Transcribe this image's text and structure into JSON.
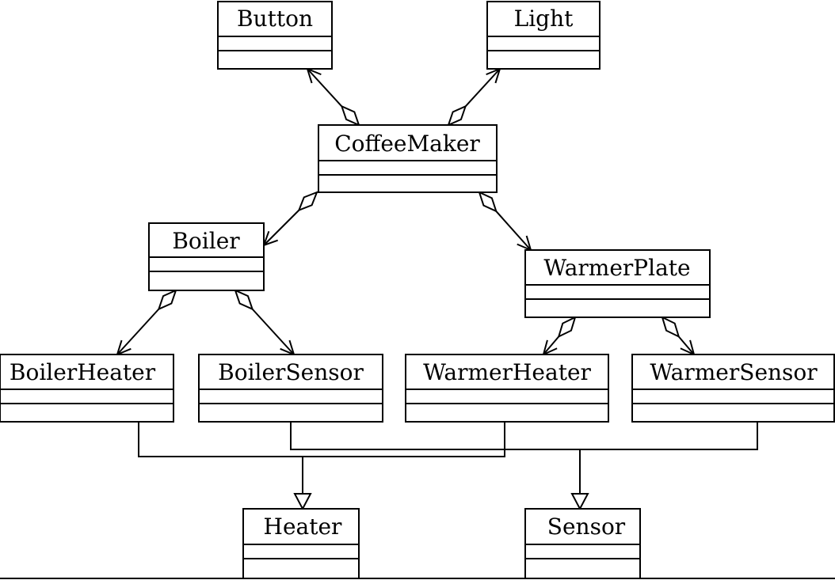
{
  "diagram": {
    "classes": {
      "button": "Button",
      "light": "Light",
      "coffeemaker": "CoffeeMaker",
      "boiler": "Boiler",
      "warmerplate": "WarmerPlate",
      "boilerheater": "BoilerHeater",
      "boilersensor": "BoilerSensor",
      "warmerheater": "WarmerHeater",
      "warmersensor": "WarmerSensor",
      "heater": "Heater",
      "sensor": "Sensor"
    },
    "aggregations": [
      {
        "whole": "coffeemaker",
        "part": "button"
      },
      {
        "whole": "coffeemaker",
        "part": "light"
      },
      {
        "whole": "coffeemaker",
        "part": "boiler"
      },
      {
        "whole": "coffeemaker",
        "part": "warmerplate"
      },
      {
        "whole": "boiler",
        "part": "boilerheater"
      },
      {
        "whole": "boiler",
        "part": "boilersensor"
      },
      {
        "whole": "warmerplate",
        "part": "warmerheater"
      },
      {
        "whole": "warmerplate",
        "part": "warmersensor"
      }
    ],
    "generalizations": [
      {
        "child": "boilerheater",
        "parent": "heater"
      },
      {
        "child": "warmerheater",
        "parent": "heater"
      },
      {
        "child": "boilersensor",
        "parent": "sensor"
      },
      {
        "child": "warmersensor",
        "parent": "sensor"
      }
    ]
  }
}
